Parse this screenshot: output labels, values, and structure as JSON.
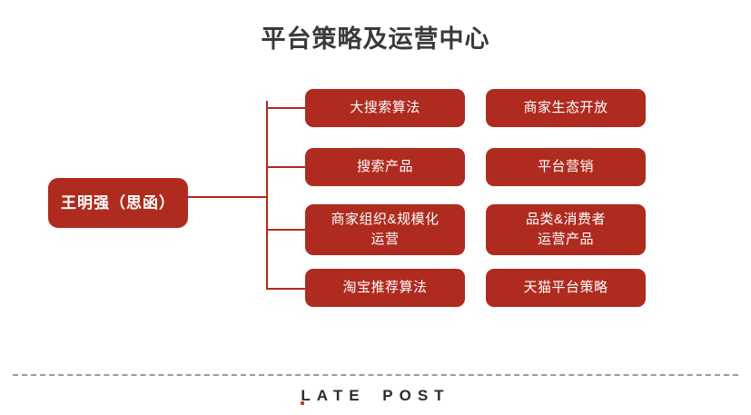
{
  "page": {
    "title": "平台策略及运营中心",
    "accent_color": "#af2b1f",
    "title_color": "#3a3a3a",
    "background_color": "#ffffff"
  },
  "org_chart": {
    "root": {
      "label": "王明强（思函）"
    },
    "rows": [
      {
        "col1": {
          "line1": "大搜索算法",
          "line2": ""
        },
        "col2": {
          "line1": "商家生态开放",
          "line2": ""
        }
      },
      {
        "col1": {
          "line1": "搜索产品",
          "line2": ""
        },
        "col2": {
          "line1": "平台营销",
          "line2": ""
        }
      },
      {
        "col1": {
          "line1": "商家组织&规模化",
          "line2": "运营"
        },
        "col2": {
          "line1": "品类&消费者",
          "line2": "运营产品"
        }
      },
      {
        "col1": {
          "line1": "淘宝推荐算法",
          "line2": ""
        },
        "col2": {
          "line1": "天猫平台策略",
          "line2": ""
        }
      }
    ]
  },
  "footer": {
    "logo_part1": "LATE",
    "logo_part2": "POST",
    "rule_color": "#9b9b9b",
    "mark_color": "#c0392b"
  }
}
